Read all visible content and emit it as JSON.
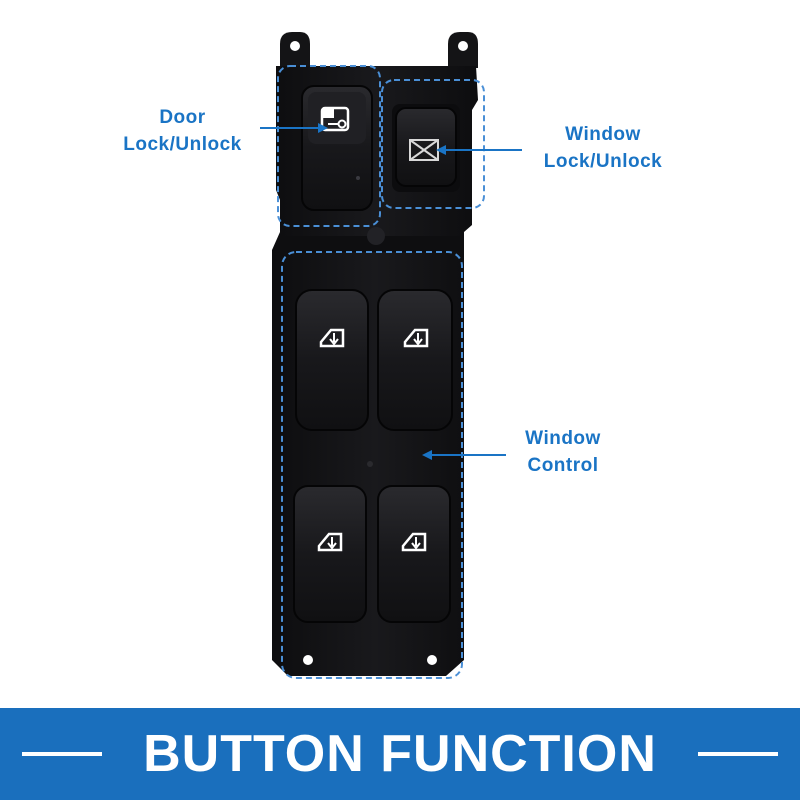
{
  "callouts": {
    "door_lock": {
      "line1": "Door",
      "line2": "Lock/Unlock"
    },
    "window_lock": {
      "line1": "Window",
      "line2": "Lock/Unlock"
    },
    "window_control": {
      "line1": "Window",
      "line2": "Control"
    }
  },
  "banner": {
    "title": "BUTTON FUNCTION"
  },
  "colors": {
    "accent": "#1a74c5",
    "banner": "#1a6fbd",
    "housing": "#141416",
    "button": "#1c1c1f"
  },
  "icons": {
    "door_lock_button": "door-key-icon",
    "window_lock_button": "window-lock-crossed-icon",
    "window_control_buttons": "window-arrow-icon"
  }
}
